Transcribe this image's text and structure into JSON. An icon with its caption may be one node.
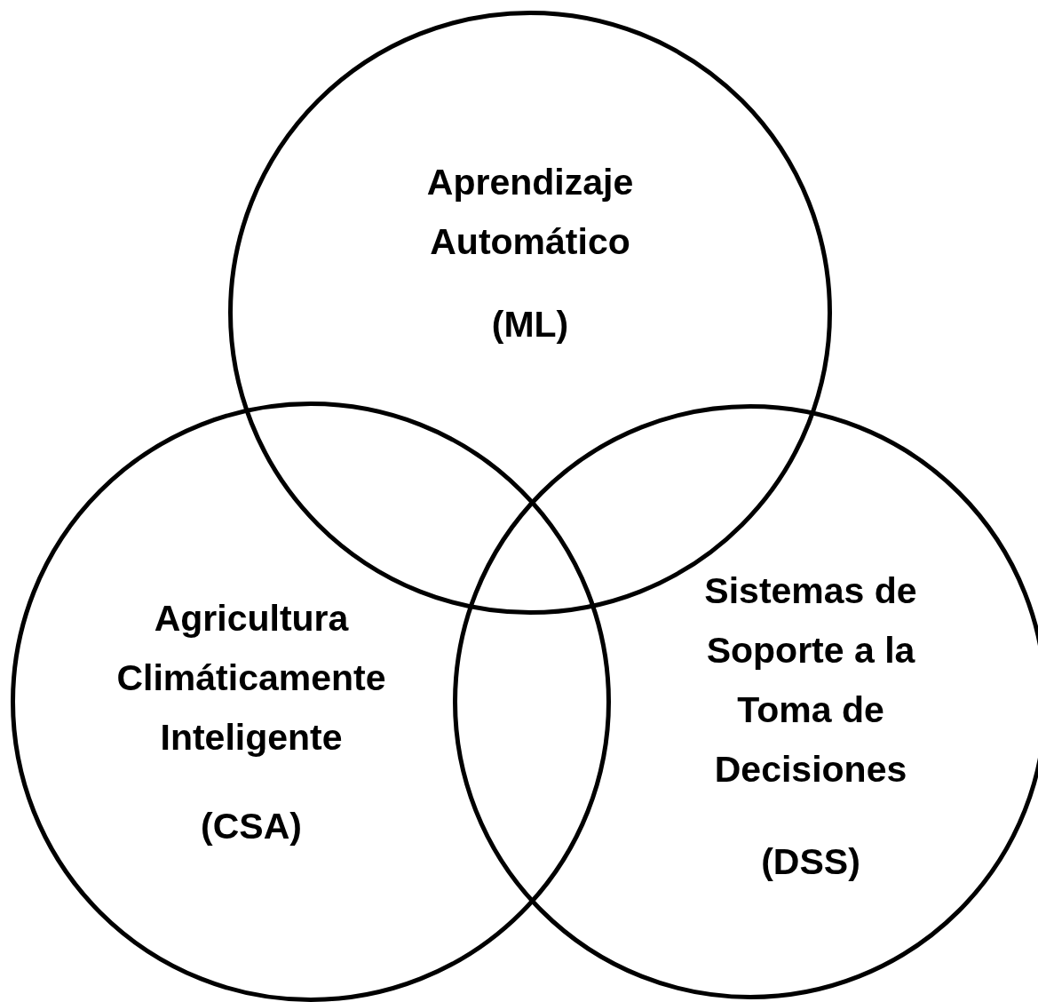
{
  "diagram": {
    "nodes": [
      {
        "text": [
          "Aprendizaje Automático",
          "(ML)"
        ]
      },
      {
        "text": [
          "Agricultura Climáticamente Inteligente",
          "(CSA)"
        ]
      },
      {
        "text": [
          "Sistemas de Soporte a la Toma de Decisiones",
          "(DSS)"
        ]
      }
    ],
    "edges": []
  }
}
